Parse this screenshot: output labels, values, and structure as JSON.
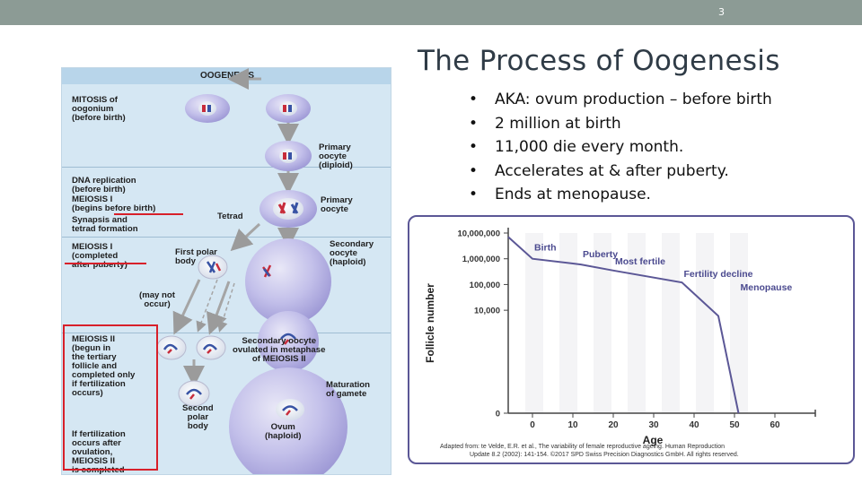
{
  "slide": {
    "number": "3"
  },
  "title": "The Process of Oogenesis",
  "bullets": [
    "AKA: ovum production – before birth",
    "2 million at birth",
    "11,000 die every month.",
    "Accelerates at & after puberty.",
    "Ends at menopause."
  ],
  "figure": {
    "title": "OOGENESIS",
    "labels": {
      "mitosis": "MITOSIS of\noogonium\n(before birth)",
      "primary_oocyte_diploid": "Primary\noocyte\n(diploid)",
      "dna_replication": "DNA replication\n(before birth)",
      "meiosis1_begins": "MEIOSIS I\n(begins before birth)",
      "synapsis": "Synapsis and\ntetrad formation",
      "tetrad": "Tetrad",
      "primary_oocyte": "Primary\noocyte",
      "meiosis1_completed": "MEIOSIS I\n(completed\nafter puberty)",
      "first_polar_body": "First polar\nbody",
      "secondary_oocyte_haploid": "Secondary\noocyte\n(haploid)",
      "may_not_occur": "(may not\noccur)",
      "meiosis2": "MEIOSIS II\n(begun in\nthe tertiary\nfollicle and\ncompleted only\nif fertilization\noccurs)",
      "secondary_ovulated": "Secondary oocyte\novulated in metaphase\nof MEIOSIS II",
      "maturation": "Maturation\nof gamete",
      "second_polar_body": "Second\npolar\nbody",
      "ovum": "Ovum\n(haploid)",
      "if_fertilization": "If fertilization\noccurs after\novulation,\nMEIOSIS II\nis completed"
    }
  },
  "chart_data": {
    "type": "line",
    "ylabel": "Follicle number",
    "xlabel": "Age",
    "y_scale": "log",
    "ylim": [
      1,
      10000000
    ],
    "y_ticks": [
      "10,000,000",
      "1,000,000",
      "100,000",
      "10,000",
      "0"
    ],
    "y_tick_values": [
      10000000,
      1000000,
      100000,
      10000,
      1
    ],
    "xlim": [
      -6,
      70
    ],
    "x_ticks": [
      0,
      10,
      20,
      30,
      40,
      50,
      60
    ],
    "x": [
      -6,
      0,
      12,
      20,
      37,
      46,
      51
    ],
    "y": [
      7000000,
      1000000,
      600000,
      350000,
      120000,
      6000,
      1
    ],
    "annotations": [
      "Birth",
      "Puberty",
      "Most fertile",
      "Fertility decline",
      "Menopause"
    ],
    "source": "Adapted from: te Velde, E.R. et al., The variability of female reproductive ageing. Human Reproduction Update 8.2 (2002): 141-154. ©2017 SPD Swiss Precision Diagnostics GmbH. All rights reserved.",
    "colors": {
      "line": "#5b5796",
      "axis": "#444444",
      "annotation": "#4b4a8f",
      "grid": "#ececf0"
    }
  }
}
